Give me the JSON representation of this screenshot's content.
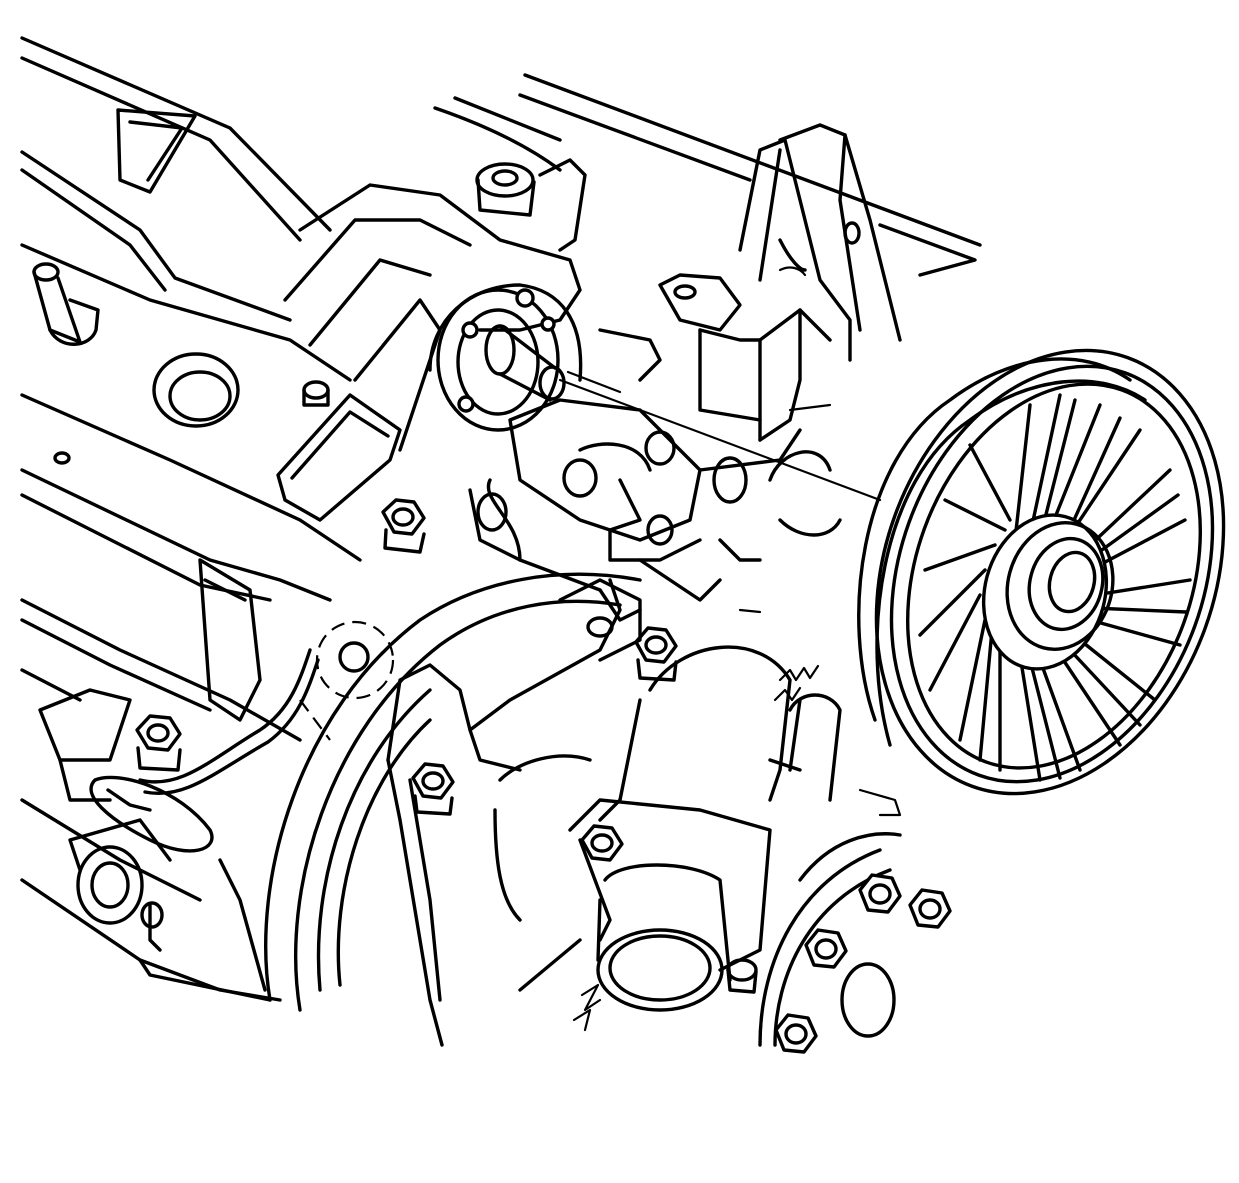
{
  "illustration": {
    "kind": "line-art",
    "subject_parts": [
      "engine-block-cylinder-head",
      "drive-belt-idler-pulley",
      "idler-pulley-bracket",
      "pulley-shaft",
      "water-pump-outlet",
      "harmonic-balancer",
      "mounting-bolts",
      "hex-nuts"
    ],
    "colors": {
      "ink": "#000000",
      "paper": "#ffffff"
    }
  }
}
